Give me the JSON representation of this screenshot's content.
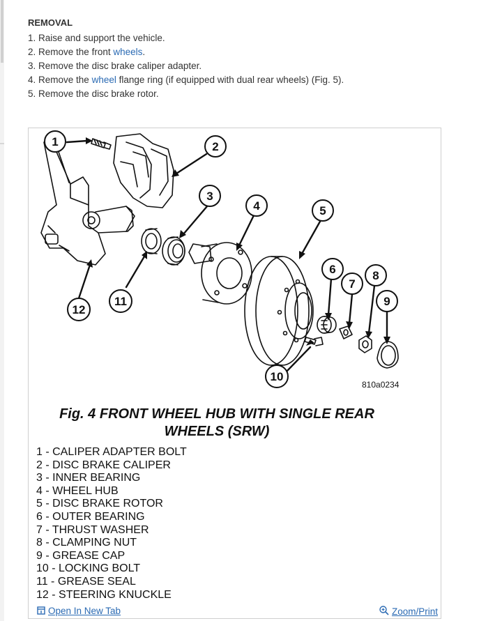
{
  "section": {
    "title": "REMOVAL"
  },
  "steps": [
    {
      "num": "1.",
      "before": "Raise and support the vehicle.",
      "link": "",
      "after": ""
    },
    {
      "num": "2.",
      "before": "Remove the front ",
      "link": "wheels",
      "after": "."
    },
    {
      "num": "3.",
      "before": "Remove the disc brake caliper adapter.",
      "link": "",
      "after": ""
    },
    {
      "num": "4.",
      "before": "Remove the ",
      "link": "wheel",
      "after": " flange ring (if equipped with dual rear wheels) (Fig. 5)."
    },
    {
      "num": "5.",
      "before": "Remove the disc brake rotor.",
      "link": "",
      "after": ""
    }
  ],
  "figure": {
    "image_code": "810a0234",
    "callouts": [
      "1",
      "2",
      "3",
      "4",
      "5",
      "6",
      "7",
      "8",
      "9",
      "10",
      "11",
      "12"
    ],
    "caption_line1": "Fig. 4 FRONT WHEEL HUB WITH SINGLE REAR",
    "caption_line2": "WHEELS (SRW)",
    "legend": [
      "1 - CALIPER ADAPTER BOLT",
      "2 - DISC BRAKE CALIPER",
      "3 - INNER BEARING",
      "4 - WHEEL HUB",
      "5 - DISC BRAKE ROTOR",
      "6 - OUTER BEARING",
      "7 - THRUST WASHER",
      "8 - CLAMPING NUT",
      "9 - GREASE CAP",
      "10 - LOCKING BOLT",
      "11 - GREASE SEAL",
      "12 - STEERING KNUCKLE"
    ]
  },
  "footer": {
    "open_tab_label": "Open In New Tab",
    "zoom_label": "Zoom/Print"
  },
  "colors": {
    "link": "#2a6ab3",
    "text": "#333333",
    "figure_ink": "#111111"
  }
}
